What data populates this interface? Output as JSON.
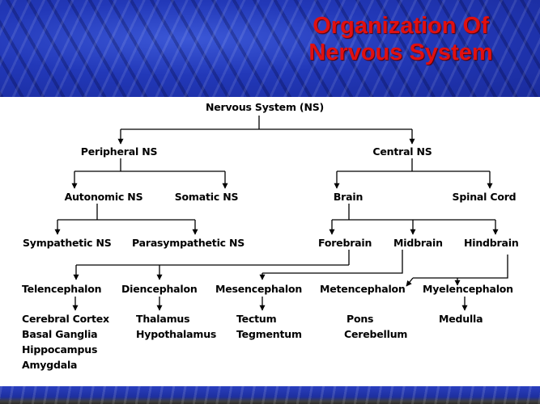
{
  "title": {
    "line1": "Organization Of",
    "line2": "Nervous System"
  },
  "nodes": {
    "ns": "Nervous System (NS)",
    "pns": "Peripheral NS",
    "cns": "Central NS",
    "autonomic": "Autonomic NS",
    "somatic": "Somatic NS",
    "brain": "Brain",
    "spinal_cord": "Spinal Cord",
    "sympathetic": "Sympathetic NS",
    "parasympathetic": "Parasympathetic NS",
    "forebrain": "Forebrain",
    "midbrain": "Midbrain",
    "hindbrain": "Hindbrain",
    "telencephalon": "Telencephalon",
    "diencephalon": "Diencephalon",
    "mesencephalon": "Mesencephalon",
    "metencephalon": "Metencephalon",
    "myelencephalon": "Myelencephalon"
  },
  "structures": {
    "telencephalon": [
      "Cerebral Cortex",
      "Basal Ganglia",
      "Hippocampus",
      "Amygdala"
    ],
    "diencephalon": [
      "Thalamus",
      "Hypothalamus"
    ],
    "mesencephalon": [
      "Tectum",
      "Tegmentum"
    ],
    "metencephalon": [
      "Pons",
      "Cerebellum"
    ],
    "myelencephalon": [
      "Medulla"
    ]
  }
}
